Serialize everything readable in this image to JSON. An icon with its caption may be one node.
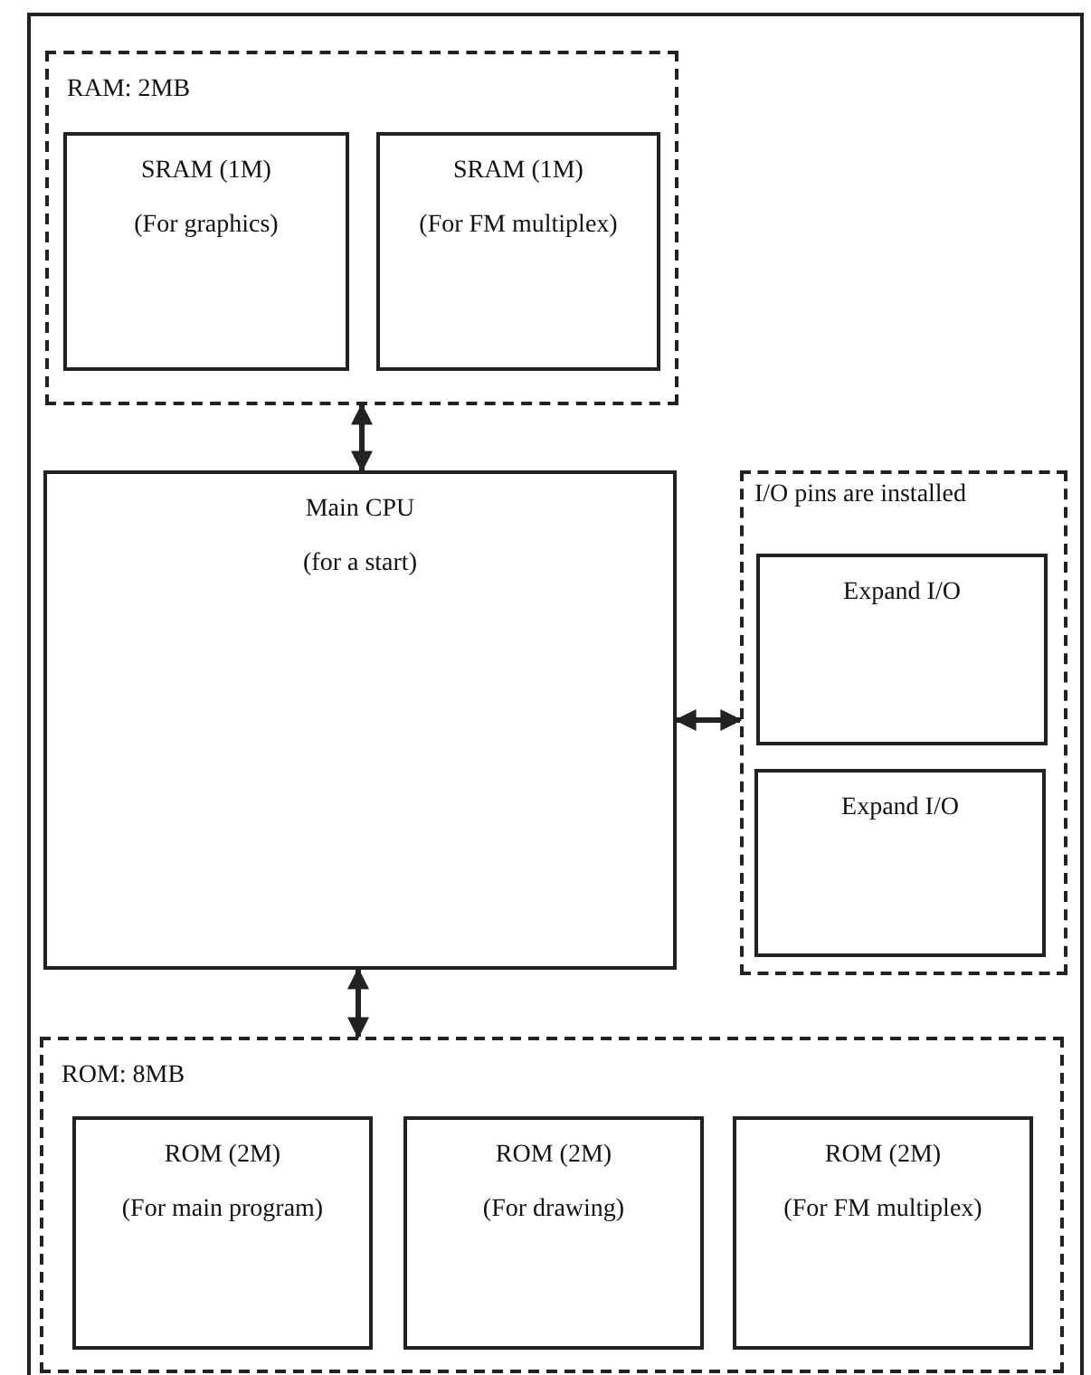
{
  "diagram": {
    "nodes": [
      {
        "text": [
          "RAM: 2MB"
        ]
      },
      {
        "text": [
          "SRAM (1M)",
          "(For graphics)"
        ],
        "in": 0
      },
      {
        "text": [
          "SRAM (1M)",
          "(For FM multiplex)"
        ],
        "in": 0
      },
      {
        "text": [
          "Main CPU",
          "(for a start)"
        ]
      },
      {
        "text": [
          "I/O pins are installed"
        ]
      },
      {
        "text": [
          "Expand I/O"
        ],
        "in": 4
      },
      {
        "text": [
          "Expand I/O"
        ],
        "in": 4
      },
      {
        "text": [
          "ROM: 8MB"
        ]
      },
      {
        "text": [
          "ROM (2M)",
          "(For main program)"
        ],
        "in": 7
      },
      {
        "text": [
          "ROM (2M)",
          "(For drawing)"
        ],
        "in": 7
      },
      {
        "text": [
          "ROM (2M)",
          "(For FM multiplex)"
        ],
        "in": 7
      }
    ],
    "edges": [
      {
        "from": 0,
        "to": 3,
        "arrow": "both"
      },
      {
        "from": 3,
        "to": 4,
        "arrow": "both"
      },
      {
        "from": 3,
        "to": 7,
        "arrow": "both"
      }
    ]
  }
}
